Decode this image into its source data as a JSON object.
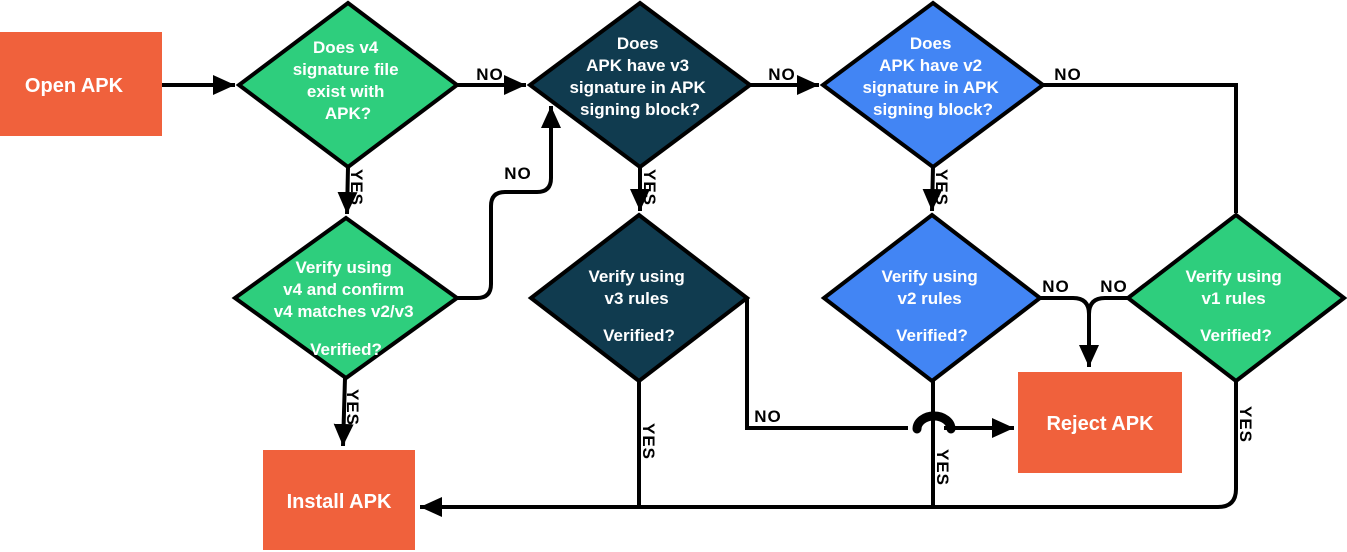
{
  "colors": {
    "orange": "#F0613C",
    "green": "#2ECE7D",
    "navy": "#103B4F",
    "blue": "#4285F4",
    "line": "#000000",
    "node_text": "#FFFFFF",
    "label_text": "#000000"
  },
  "nodes": {
    "open": {
      "label": "Open APK"
    },
    "v4_exists": {
      "line1": "Does v4",
      "line2": "signature file",
      "line3": "exist with",
      "line4": "APK?"
    },
    "v3_exists": {
      "line1": "Does",
      "line2": "APK have v3",
      "line3": "signature in APK",
      "line4": "signing block?"
    },
    "v2_exists": {
      "line1": "Does",
      "line2": "APK have v2",
      "line3": "signature in APK",
      "line4": "signing block?"
    },
    "v4_verify": {
      "line1": "Verify using",
      "line2": "v4 and confirm",
      "line3": "v4 matches v2/v3",
      "question": "Verified?"
    },
    "v3_verify": {
      "line1": "Verify using",
      "line2": "v3 rules",
      "question": "Verified?"
    },
    "v2_verify": {
      "line1": "Verify using",
      "line2": "v2 rules",
      "question": "Verified?"
    },
    "v1_verify": {
      "line1": "Verify using",
      "line2": "v1 rules",
      "question": "Verified?"
    },
    "reject": {
      "label": "Reject APK"
    },
    "install": {
      "label": "Install APK"
    }
  },
  "edges": {
    "v4_exists_no": "NO",
    "v4_exists_yes": "YES",
    "v3_exists_no": "NO",
    "v3_exists_yes": "YES",
    "v2_exists_no": "NO",
    "v2_exists_yes": "YES",
    "v4_verify_no": "NO",
    "v4_verify_yes": "YES",
    "v3_verify_no": "NO",
    "v3_verify_yes": "YES",
    "v2_verify_no": "NO",
    "v2_verify_yes": "YES",
    "v1_verify_no": "NO",
    "v1_verify_yes": "YES"
  }
}
